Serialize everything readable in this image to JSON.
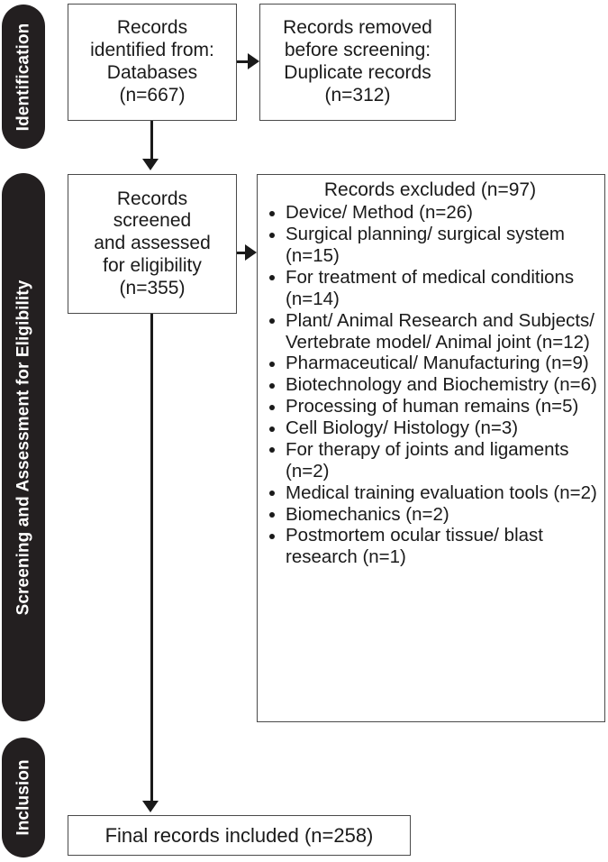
{
  "diagram": {
    "type": "prisma-flow-diagram",
    "stages": [
      {
        "id": "identification",
        "label": "Identification"
      },
      {
        "id": "screening",
        "label": "Screening and Assessment for Eligibility"
      },
      {
        "id": "inclusion",
        "label": "Inclusion"
      }
    ],
    "boxes": {
      "identified": {
        "text": "Records\nidentified from:\nDatabases\n(n=667)",
        "count": 667
      },
      "removed": {
        "text": "Records removed\nbefore screening:\nDuplicate records\n(n=312)",
        "count": 312
      },
      "screened": {
        "text": "Records\nscreened\nand assessed\nfor eligibility\n(n=355)",
        "count": 355
      },
      "included": {
        "text": "Final records included (n=258)",
        "count": 258
      }
    },
    "excluded": {
      "title": "Records excluded (n=97)",
      "total": 97,
      "reasons": [
        {
          "label": "Device/ Method (n=26)",
          "count": 26
        },
        {
          "label": "Surgical planning/ surgical system (n=15)",
          "count": 15
        },
        {
          "label": "For treatment of medical conditions (n=14)",
          "count": 14
        },
        {
          "label": "Plant/ Animal Research and Subjects/ Vertebrate model/ Animal joint (n=12)",
          "count": 12
        },
        {
          "label": "Pharmaceutical/ Manufacturing (n=9)",
          "count": 9
        },
        {
          "label": "Biotechnology and Biochemistry (n=6)",
          "count": 6
        },
        {
          "label": "Processing of human remains (n=5)",
          "count": 5
        },
        {
          "label": "Cell Biology/ Histology (n=3)",
          "count": 3
        },
        {
          "label": "For therapy of joints and ligaments (n=2)",
          "count": 2
        },
        {
          "label": "Medical training evaluation tools (n=2)",
          "count": 2
        },
        {
          "label": "Biomechanics (n=2)",
          "count": 2
        },
        {
          "label": "Postmortem ocular tissue/ blast research (n=1)",
          "count": 1
        }
      ]
    },
    "colors": {
      "stage_pill_background": "#231f20",
      "stage_pill_text": "#ffffff",
      "box_border": "#4a4a4a",
      "box_background": "#ffffff",
      "text": "#1a1a1a",
      "connector": "#1a1a1a"
    }
  }
}
